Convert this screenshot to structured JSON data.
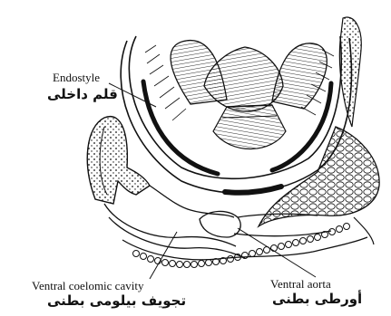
{
  "labels": {
    "endostyle_en": "Endostyle",
    "endostyle_fa": "قلم داخلی",
    "ventral_coelomic_cavity_en": "Ventral coelomic cavity",
    "ventral_coelomic_cavity_fa": "تجویف بیلومی بطنی",
    "ventral_aorta_en": "Ventral aorta",
    "ventral_aorta_fa": "أورطی بطنی"
  },
  "colors": {
    "ink": "#111111",
    "background": "#ffffff"
  }
}
